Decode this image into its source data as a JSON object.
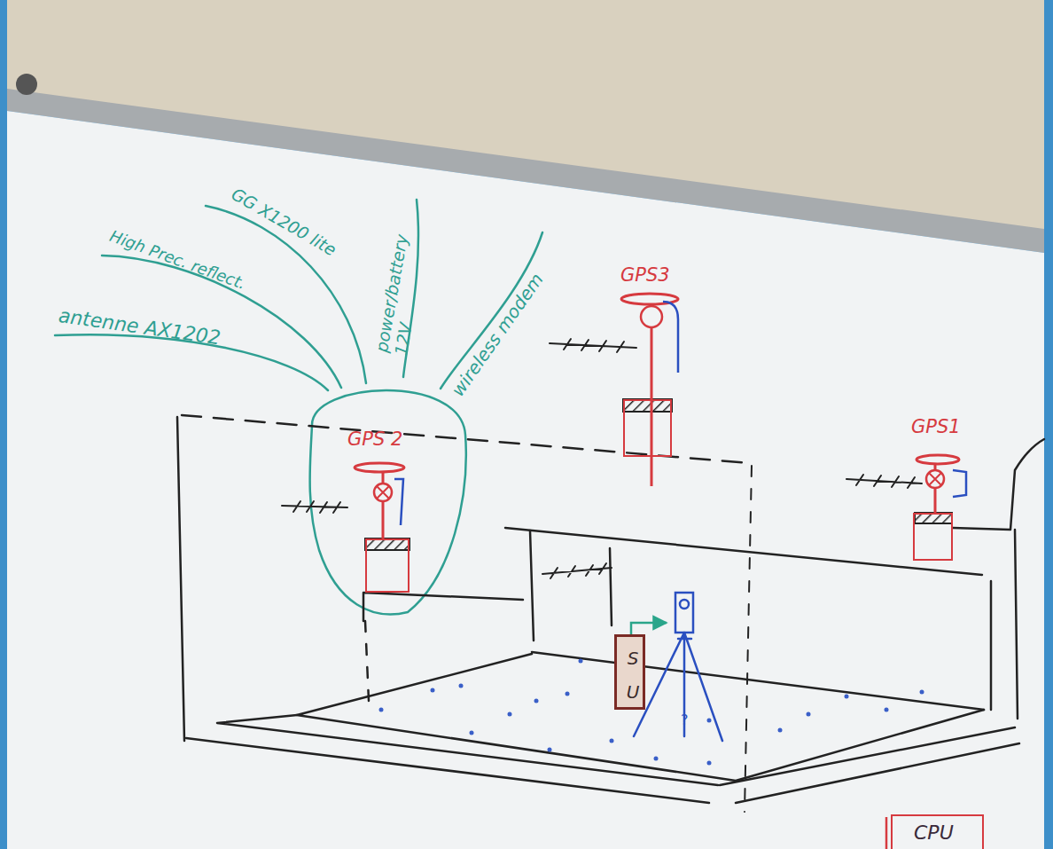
{
  "diagram": {
    "nodes": [
      {
        "text": [
          "GPS 2"
        ]
      },
      {
        "text": [
          "GPS3"
        ]
      },
      {
        "text": [
          "GPS1"
        ]
      },
      {
        "text": [
          "SU"
        ]
      },
      {
        "text": [
          "CPU"
        ]
      }
    ],
    "labels": [
      "antenne AX1202",
      "High Prec. reflect.",
      "GG X1200 lite",
      "power/battery 12V",
      "wireless modem",
      "?"
    ]
  }
}
